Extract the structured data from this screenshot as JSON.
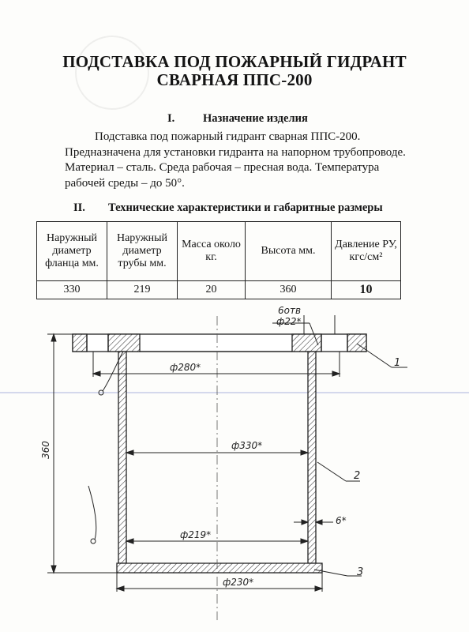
{
  "document": {
    "title_line1": "ПОДСТАВКА ПОД ПОЖАРНЫЙ ГИДРАНТ",
    "title_line2": "СВАРНАЯ ППС-200",
    "section1": {
      "number": "I.",
      "heading": "Назначение изделия"
    },
    "description": [
      "Подставка под пожарный гидрант сварная ППС-200.",
      "Предназначена для установки гидранта на напорном трубопроводе.",
      "Материал – сталь. Среда рабочая – пресная вода. Температура",
      "рабочей среды – до 50°."
    ],
    "section2": {
      "number": "II.",
      "heading": "Технические характеристики и габаритные размеры"
    }
  },
  "specs_table": {
    "headers": [
      "Наружный диаметр фланца мм.",
      "Наружный диаметр трубы мм.",
      "Масса около кг.",
      "Высота мм.",
      "Давление РУ, кгс/см²"
    ],
    "values": [
      "330",
      "219",
      "20",
      "360",
      "10"
    ]
  },
  "drawing": {
    "labels": {
      "holes_count": "6отв",
      "holes_diameter": "ф22*",
      "bolt_circle": "ф280*",
      "flange_diameter": "ф330*",
      "pipe_diameter": "ф219*",
      "base_diameter": "ф230*",
      "wall_thickness": "6*",
      "height": "360",
      "part1": "1",
      "part2": "2",
      "part3": "3"
    }
  }
}
